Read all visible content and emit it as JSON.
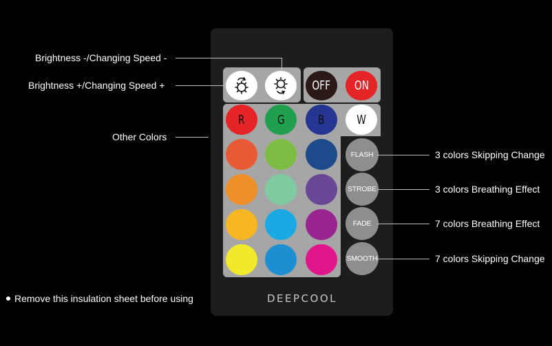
{
  "labels": {
    "brightness_minus": "Brightness -/Changing Speed -",
    "brightness_plus": "Brightness +/Changing Speed +",
    "other_colors": "Other Colors",
    "flash_desc": "3 colors Skipping Change",
    "strobe_desc": "3 colors Breathing Effect",
    "fade_desc": "7 colors Breathing Effect",
    "smooth_desc": "7 colors Skipping Change",
    "insulation_note": "Remove this insulation sheet before using"
  },
  "remote": {
    "brand": "DEEPCOOL",
    "off": "OFF",
    "on": "ON",
    "red": "R",
    "green": "G",
    "blue": "B",
    "white": "W",
    "flash": "FLASH",
    "strobe": "STROBE",
    "fade": "FADE",
    "smooth": "SMOOTH"
  },
  "colors": {
    "red": "#e52427",
    "green": "#20a04f",
    "blue": "#253591",
    "white": "#ffffff",
    "swatches": [
      "#e85a35",
      "#7ebd44",
      "#1c4a8b",
      "#ee8f2a",
      "#7fcaa0",
      "#6a4795",
      "#f7b723",
      "#1aa9e2",
      "#9a2490",
      "#f2e82c",
      "#1b8fd0",
      "#e1168a"
    ]
  }
}
